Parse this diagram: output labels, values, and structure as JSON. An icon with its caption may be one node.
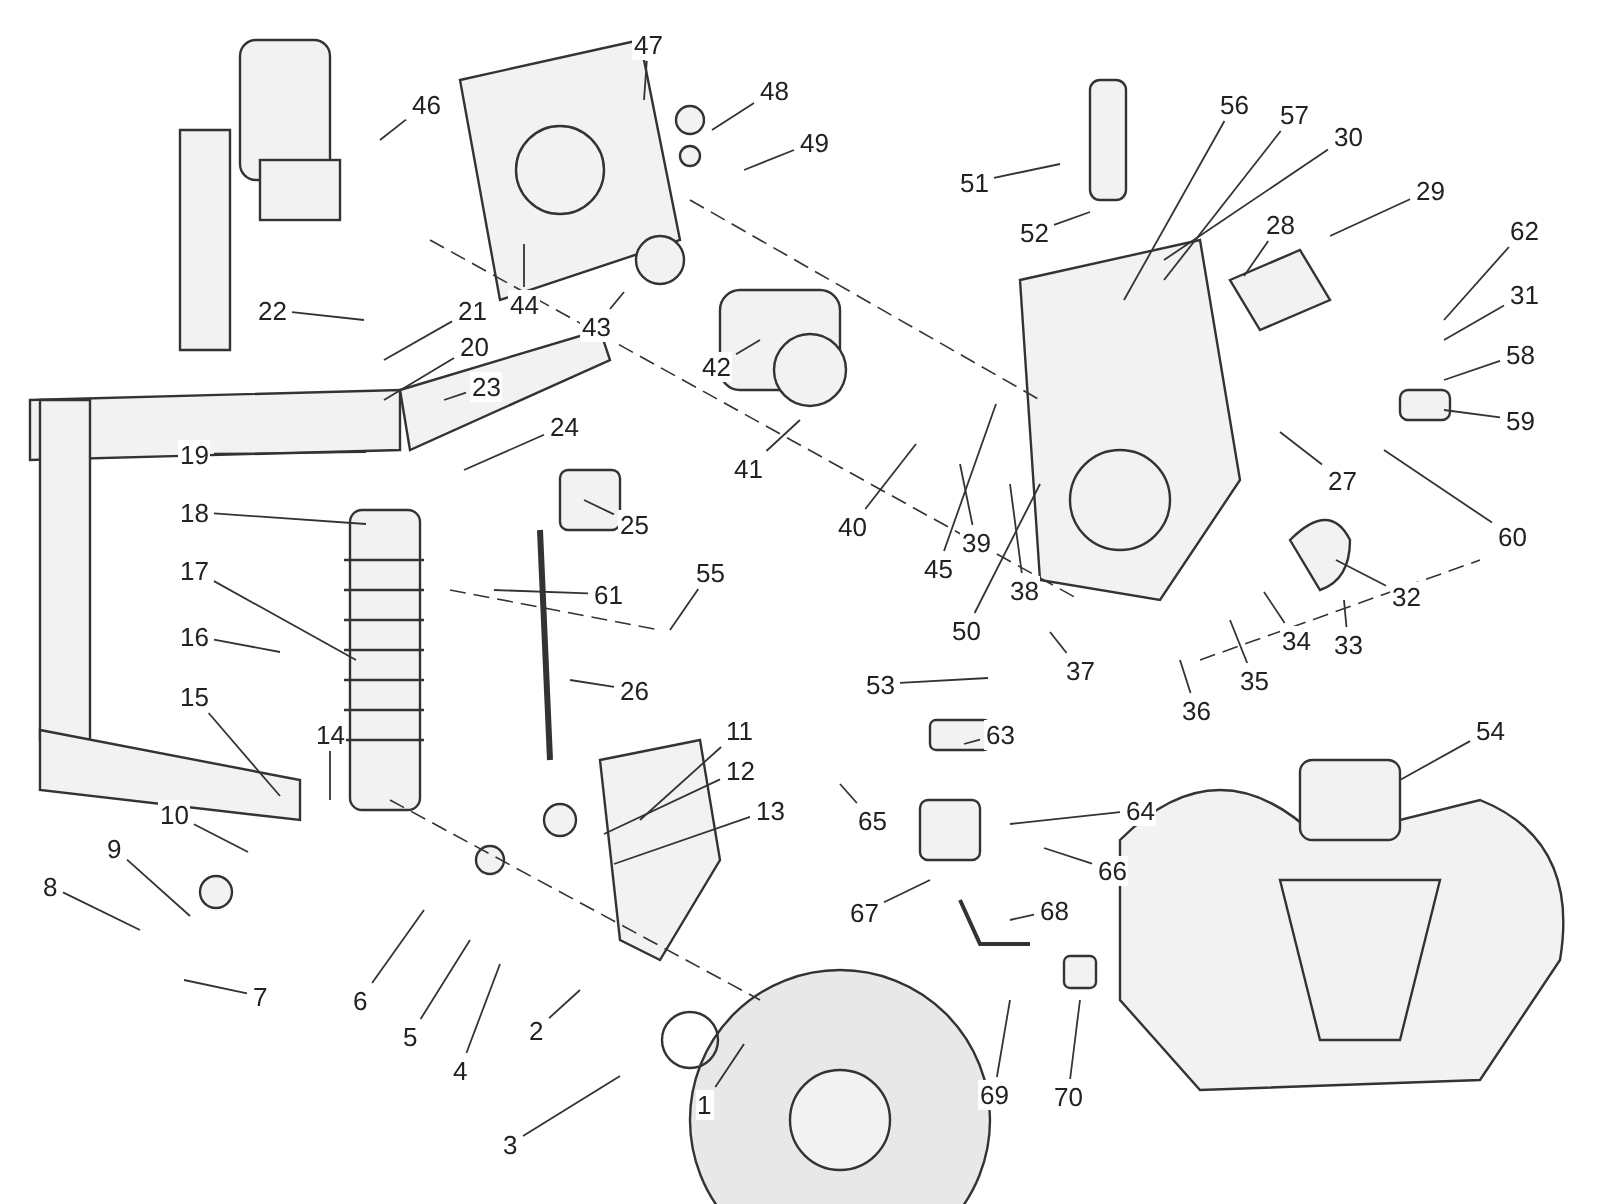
{
  "diagram": {
    "nodes": [
      {
        "text": [
          "1"
        ]
      },
      {
        "text": [
          "2"
        ]
      },
      {
        "text": [
          "3"
        ]
      },
      {
        "text": [
          "4"
        ]
      },
      {
        "text": [
          "5"
        ]
      },
      {
        "text": [
          "6"
        ]
      },
      {
        "text": [
          "7"
        ]
      },
      {
        "text": [
          "8"
        ]
      },
      {
        "text": [
          "9"
        ]
      },
      {
        "text": [
          "10"
        ]
      },
      {
        "text": [
          "11"
        ]
      },
      {
        "text": [
          "12"
        ]
      },
      {
        "text": [
          "13"
        ]
      },
      {
        "text": [
          "14"
        ]
      },
      {
        "text": [
          "15"
        ]
      },
      {
        "text": [
          "16"
        ]
      },
      {
        "text": [
          "17"
        ]
      },
      {
        "text": [
          "18"
        ]
      },
      {
        "text": [
          "19"
        ]
      },
      {
        "text": [
          "20"
        ]
      },
      {
        "text": [
          "21"
        ]
      },
      {
        "text": [
          "22"
        ]
      },
      {
        "text": [
          "23"
        ]
      },
      {
        "text": [
          "24"
        ]
      },
      {
        "text": [
          "25"
        ]
      },
      {
        "text": [
          "26"
        ]
      },
      {
        "text": [
          "27"
        ]
      },
      {
        "text": [
          "28"
        ]
      },
      {
        "text": [
          "29"
        ]
      },
      {
        "text": [
          "30"
        ]
      },
      {
        "text": [
          "31"
        ]
      },
      {
        "text": [
          "32"
        ]
      },
      {
        "text": [
          "33"
        ]
      },
      {
        "text": [
          "34"
        ]
      },
      {
        "text": [
          "35"
        ]
      },
      {
        "text": [
          "36"
        ]
      },
      {
        "text": [
          "37"
        ]
      },
      {
        "text": [
          "38"
        ]
      },
      {
        "text": [
          "39"
        ]
      },
      {
        "text": [
          "40"
        ]
      },
      {
        "text": [
          "41"
        ]
      },
      {
        "text": [
          "42"
        ]
      },
      {
        "text": [
          "43"
        ]
      },
      {
        "text": [
          "44"
        ]
      },
      {
        "text": [
          "45"
        ]
      },
      {
        "text": [
          "46"
        ]
      },
      {
        "text": [
          "47"
        ]
      },
      {
        "text": [
          "48"
        ]
      },
      {
        "text": [
          "49"
        ]
      },
      {
        "text": [
          "50"
        ]
      },
      {
        "text": [
          "51"
        ]
      },
      {
        "text": [
          "52"
        ]
      },
      {
        "text": [
          "53"
        ]
      },
      {
        "text": [
          "54"
        ]
      },
      {
        "text": [
          "55"
        ]
      },
      {
        "text": [
          "56"
        ]
      },
      {
        "text": [
          "57"
        ]
      },
      {
        "text": [
          "58"
        ]
      },
      {
        "text": [
          "59"
        ]
      },
      {
        "text": [
          "60"
        ]
      },
      {
        "text": [
          "61"
        ]
      },
      {
        "text": [
          "62"
        ]
      },
      {
        "text": [
          "63"
        ]
      },
      {
        "text": [
          "64"
        ]
      },
      {
        "text": [
          "65"
        ]
      },
      {
        "text": [
          "66"
        ]
      },
      {
        "text": [
          "67"
        ]
      },
      {
        "text": [
          "68"
        ]
      },
      {
        "text": [
          "69"
        ]
      },
      {
        "text": [
          "70"
        ]
      }
    ],
    "edges": [
      {
        "from": 0,
        "to": null,
        "arrow": "none"
      },
      {
        "from": 1,
        "to": null,
        "arrow": "none"
      },
      {
        "from": 2,
        "to": null,
        "arrow": "none"
      },
      {
        "from": 3,
        "to": null,
        "arrow": "none"
      },
      {
        "from": 4,
        "to": null,
        "arrow": "none"
      },
      {
        "from": 5,
        "to": null,
        "arrow": "none"
      },
      {
        "from": 6,
        "to": null,
        "arrow": "none"
      },
      {
        "from": 7,
        "to": null,
        "arrow": "none"
      },
      {
        "from": 8,
        "to": null,
        "arrow": "none"
      },
      {
        "from": 9,
        "to": null,
        "arrow": "none"
      },
      {
        "from": 10,
        "to": null,
        "arrow": "none"
      },
      {
        "from": 11,
        "to": null,
        "arrow": "none"
      },
      {
        "from": 12,
        "to": null,
        "arrow": "none"
      },
      {
        "from": 13,
        "to": null,
        "arrow": "none"
      },
      {
        "from": 14,
        "to": null,
        "arrow": "none"
      },
      {
        "from": 15,
        "to": null,
        "arrow": "none"
      },
      {
        "from": 16,
        "to": null,
        "arrow": "none"
      },
      {
        "from": 17,
        "to": null,
        "arrow": "none"
      },
      {
        "from": 18,
        "to": null,
        "arrow": "none"
      },
      {
        "from": 19,
        "to": null,
        "arrow": "none"
      },
      {
        "from": 20,
        "to": null,
        "arrow": "none"
      },
      {
        "from": 21,
        "to": null,
        "arrow": "none"
      },
      {
        "from": 22,
        "to": null,
        "arrow": "none"
      },
      {
        "from": 23,
        "to": null,
        "arrow": "none"
      },
      {
        "from": 24,
        "to": null,
        "arrow": "none"
      },
      {
        "from": 25,
        "to": null,
        "arrow": "none"
      },
      {
        "from": 26,
        "to": null,
        "arrow": "none"
      },
      {
        "from": 27,
        "to": null,
        "arrow": "none"
      },
      {
        "from": 28,
        "to": null,
        "arrow": "none"
      },
      {
        "from": 29,
        "to": null,
        "arrow": "none"
      },
      {
        "from": 30,
        "to": null,
        "arrow": "none"
      },
      {
        "from": 31,
        "to": null,
        "arrow": "none"
      },
      {
        "from": 32,
        "to": null,
        "arrow": "none"
      },
      {
        "from": 33,
        "to": null,
        "arrow": "none"
      },
      {
        "from": 34,
        "to": null,
        "arrow": "none"
      },
      {
        "from": 35,
        "to": null,
        "arrow": "none"
      },
      {
        "from": 36,
        "to": null,
        "arrow": "none"
      },
      {
        "from": 37,
        "to": null,
        "arrow": "none"
      },
      {
        "from": 38,
        "to": null,
        "arrow": "none"
      },
      {
        "from": 39,
        "to": null,
        "arrow": "none"
      },
      {
        "from": 40,
        "to": null,
        "arrow": "none"
      },
      {
        "from": 41,
        "to": null,
        "arrow": "none"
      },
      {
        "from": 42,
        "to": null,
        "arrow": "none"
      },
      {
        "from": 43,
        "to": null,
        "arrow": "none"
      },
      {
        "from": 44,
        "to": null,
        "arrow": "none"
      },
      {
        "from": 45,
        "to": null,
        "arrow": "none"
      },
      {
        "from": 46,
        "to": null,
        "arrow": "none"
      },
      {
        "from": 47,
        "to": null,
        "arrow": "none"
      },
      {
        "from": 48,
        "to": null,
        "arrow": "none"
      },
      {
        "from": 49,
        "to": null,
        "arrow": "none"
      },
      {
        "from": 50,
        "to": null,
        "arrow": "none"
      },
      {
        "from": 51,
        "to": null,
        "arrow": "none"
      },
      {
        "from": 52,
        "to": null,
        "arrow": "none"
      },
      {
        "from": 53,
        "to": null,
        "arrow": "none"
      },
      {
        "from": 54,
        "to": null,
        "arrow": "none"
      },
      {
        "from": 55,
        "to": null,
        "arrow": "none"
      },
      {
        "from": 56,
        "to": null,
        "arrow": "none"
      },
      {
        "from": 57,
        "to": null,
        "arrow": "none"
      },
      {
        "from": 58,
        "to": null,
        "arrow": "none"
      },
      {
        "from": 59,
        "to": null,
        "arrow": "none"
      },
      {
        "from": 60,
        "to": null,
        "arrow": "none"
      },
      {
        "from": 61,
        "to": null,
        "arrow": "none"
      },
      {
        "from": 62,
        "to": null,
        "arrow": "none"
      },
      {
        "from": 63,
        "to": null,
        "arrow": "none"
      },
      {
        "from": 64,
        "to": null,
        "arrow": "none"
      },
      {
        "from": 65,
        "to": null,
        "arrow": "none"
      },
      {
        "from": 66,
        "to": null,
        "arrow": "none"
      },
      {
        "from": 67,
        "to": null,
        "arrow": "none"
      },
      {
        "from": 68,
        "to": null,
        "arrow": "none"
      },
      {
        "from": 69,
        "to": null,
        "arrow": "none"
      }
    ]
  }
}
